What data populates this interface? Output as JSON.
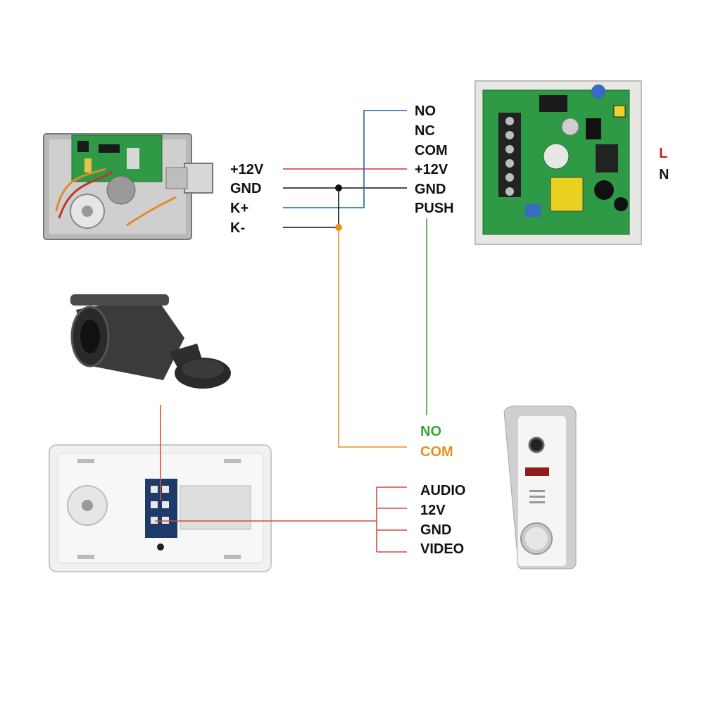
{
  "lock_terminals": [
    "+12V",
    "GND",
    "K+",
    "K-"
  ],
  "power_supply_terminals": [
    "NO",
    "NC",
    "COM",
    "+12V",
    "GND",
    "PUSH"
  ],
  "mains": {
    "live": "L",
    "neutral": "N"
  },
  "exit_button": {
    "no": "NO",
    "com": "COM"
  },
  "outdoor_terminals": [
    "AUDIO",
    "12V",
    "GND",
    "VIDEO"
  ],
  "colors": {
    "red": "#d9313b",
    "blue": "#1f5fbf",
    "black": "#111111",
    "orange": "#e8901e",
    "green": "#3aa23a",
    "camera_wire": "#d9532b",
    "bus_wire": "#d24b3a",
    "pcb": "#2f9a45",
    "live_label": "#c81e1e"
  }
}
